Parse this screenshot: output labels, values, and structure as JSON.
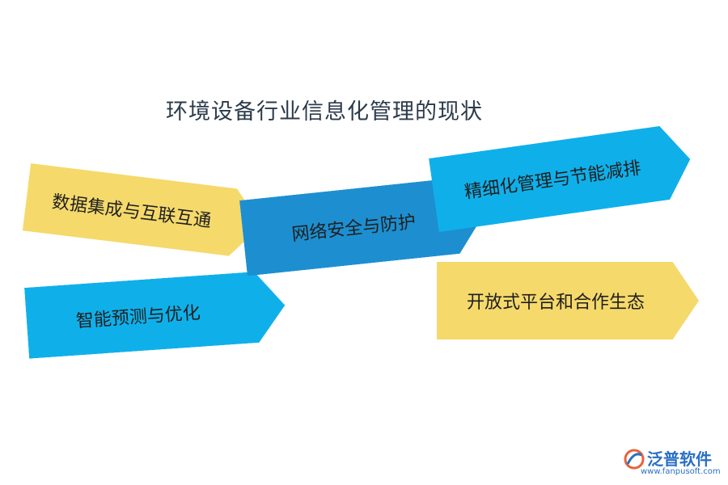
{
  "title": "环境设备行业信息化管理的现状",
  "items": [
    {
      "label": "数据集成与互联互通",
      "color": "#f5d96b"
    },
    {
      "label": "网络安全与防护",
      "color": "#1d8fd0"
    },
    {
      "label": "精细化管理与节能减排",
      "color": "#0fb0ea"
    },
    {
      "label": "智能预测与优化",
      "color": "#0fb0ea"
    },
    {
      "label": "开放式平台和合作生态",
      "color": "#f5d96b"
    }
  ],
  "logo": {
    "name": "泛普软件",
    "url": "www.fanpusoft.com"
  }
}
